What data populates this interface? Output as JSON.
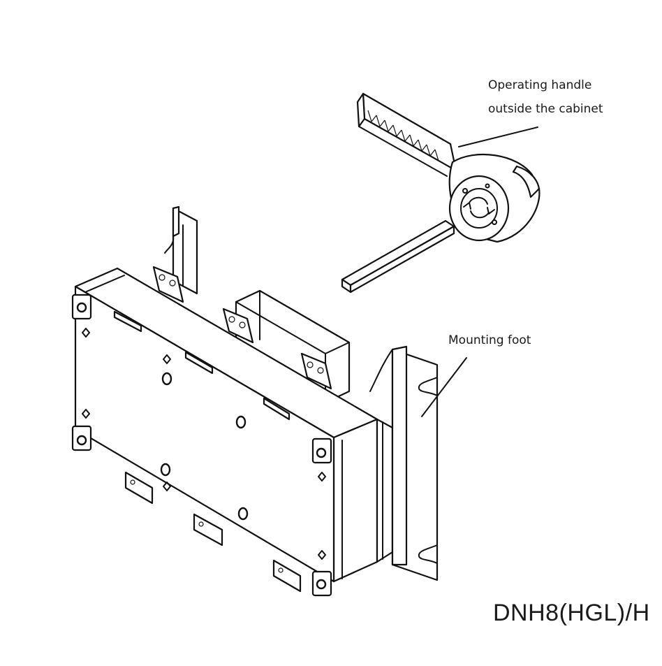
{
  "labels": {
    "handle_line1": "Operating handle",
    "handle_line2": "outside the cabinet",
    "mounting_foot": "Mounting foot",
    "model": "DNH8(HGL)/H"
  },
  "colors": {
    "ink": "#111111",
    "background": "#ffffff"
  }
}
